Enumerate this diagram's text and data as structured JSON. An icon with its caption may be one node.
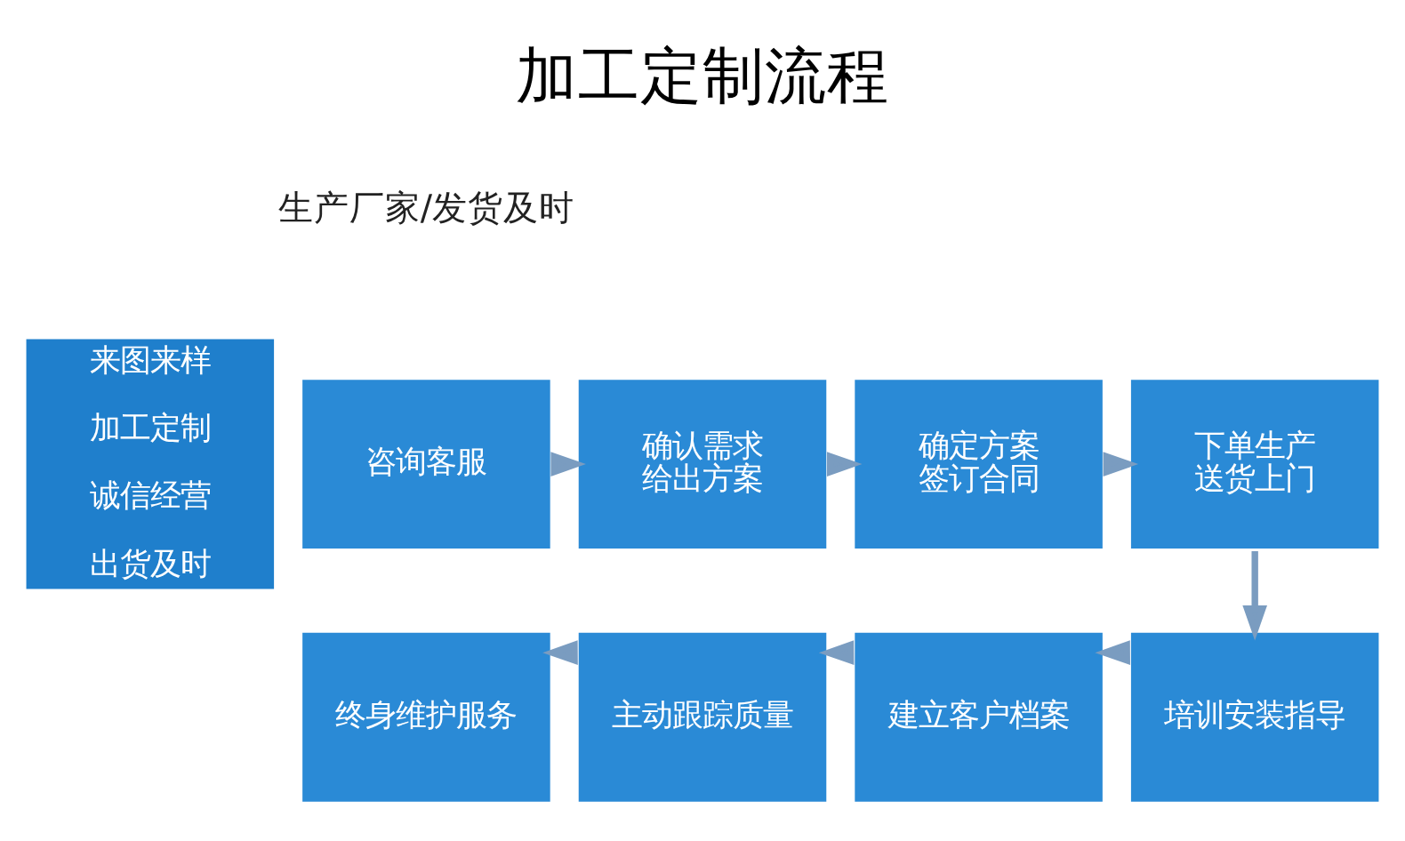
{
  "diagram": {
    "title": "加工定制流程",
    "nodes": [
      {
        "text": [
          "来图来样",
          "加工定制",
          "诚信经营",
          "出货及时"
        ]
      },
      {
        "text": [
          "咨询客服"
        ]
      },
      {
        "text": [
          "确认需求",
          "给出方案"
        ]
      },
      {
        "text": [
          "确定方案",
          "签订合同"
        ]
      },
      {
        "text": [
          "下单生产",
          "送货上门"
        ]
      },
      {
        "text": [
          "培训安装指导"
        ]
      },
      {
        "text": [
          "建立客户档案"
        ]
      },
      {
        "text": [
          "主动跟踪质量"
        ]
      },
      {
        "text": [
          "终身维护服务"
        ]
      }
    ],
    "edges": [
      {
        "from": 1,
        "to": 2,
        "arrow": "to"
      },
      {
        "from": 2,
        "to": 3,
        "arrow": "to"
      },
      {
        "from": 3,
        "to": 4,
        "arrow": "to"
      },
      {
        "from": 4,
        "to": 5,
        "arrow": "to"
      },
      {
        "from": 5,
        "to": 6,
        "arrow": "to"
      },
      {
        "from": 6,
        "to": 7,
        "arrow": "to"
      },
      {
        "from": 7,
        "to": 8,
        "arrow": "to"
      }
    ],
    "labels": [
      "生产厂家/发货及时"
    ]
  }
}
